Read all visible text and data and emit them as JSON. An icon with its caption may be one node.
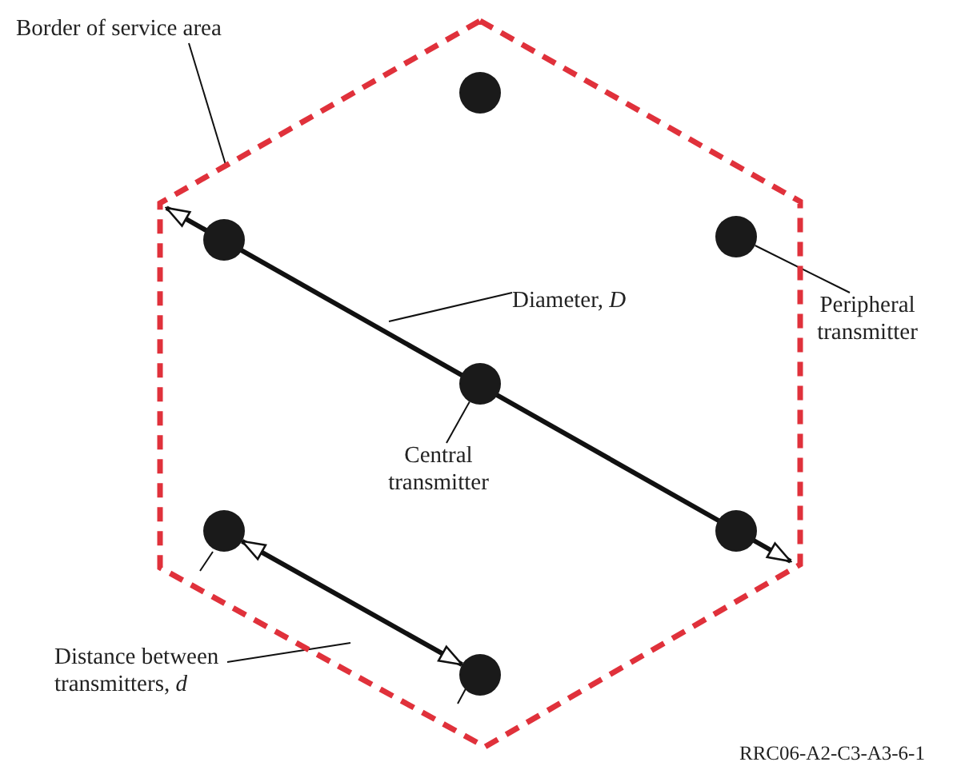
{
  "diagram": {
    "nodes": [
      {
        "text": [
          "Border of service area"
        ]
      },
      {
        "text": [],
        "shape": "hexagon"
      },
      {
        "text": [],
        "shape": "circle",
        "in": 1
      },
      {
        "text": [],
        "shape": "circle",
        "in": 1
      },
      {
        "text": [],
        "shape": "circle",
        "in": 1
      },
      {
        "text": [],
        "shape": "circle",
        "in": 1
      },
      {
        "text": [],
        "shape": "circle",
        "in": 1
      },
      {
        "text": [],
        "shape": "circle",
        "in": 1
      },
      {
        "text": [],
        "shape": "circle",
        "in": 1
      },
      {
        "text": [
          "Diameter, *D*"
        ],
        "in": 1
      },
      {
        "text": [
          "Peripheral transmitter"
        ]
      },
      {
        "text": [
          "Central transmitter"
        ],
        "in": 1
      },
      {
        "text": [
          "Distance between transmitters, *d*"
        ]
      }
    ],
    "edges": [
      {
        "from": 0,
        "to": 1,
        "arrow": "none"
      },
      {
        "from": 9,
        "to": null,
        "arrow": "none"
      },
      {
        "from": 4,
        "to": 10,
        "arrow": "none"
      },
      {
        "from": 5,
        "to": 11,
        "arrow": "none"
      },
      {
        "from": 12,
        "to": null,
        "arrow": "none"
      },
      {
        "from": 7,
        "to": 8,
        "arrow": "both",
        "style": "thick"
      }
    ],
    "labels": [
      "RRC06-A2-C3-A3-6-1"
    ]
  }
}
